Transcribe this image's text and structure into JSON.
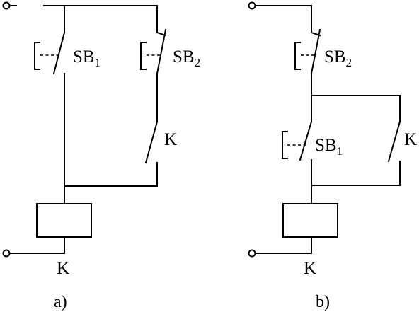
{
  "diagram_a": {
    "caption": "a)",
    "sb1": {
      "main": "SB",
      "sub": "1"
    },
    "sb2": {
      "main": "SB",
      "sub": "2"
    },
    "contact_k": "K",
    "coil_k": "K"
  },
  "diagram_b": {
    "caption": "b)",
    "sb1": {
      "main": "SB",
      "sub": "1"
    },
    "sb2": {
      "main": "SB",
      "sub": "2"
    },
    "contact_k": "K",
    "coil_k": "K"
  }
}
